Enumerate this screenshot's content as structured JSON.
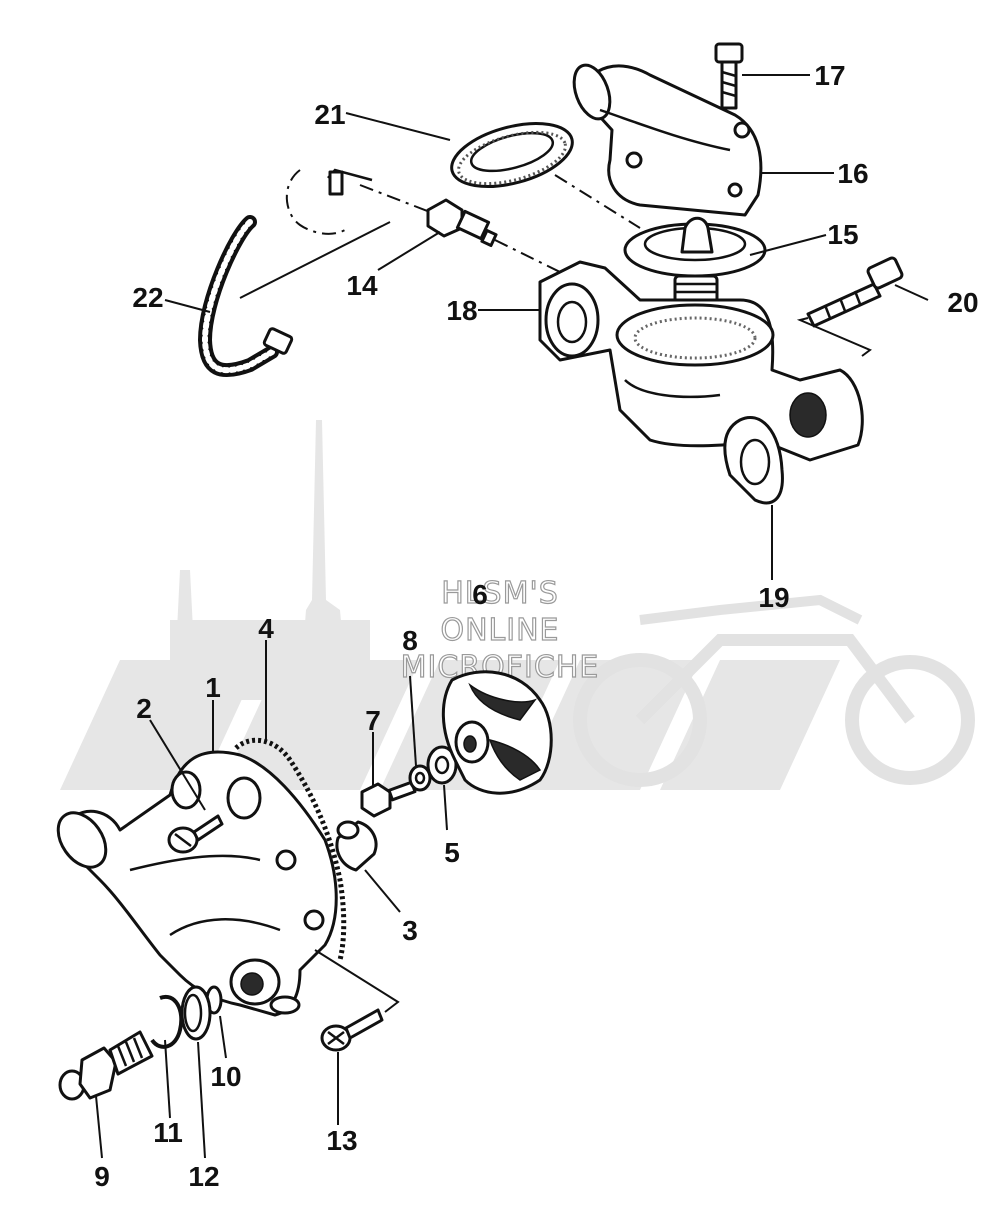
{
  "watermark": {
    "line1": "HLSM'S",
    "line2": "ONLINE",
    "line3": "MICROFICHE"
  },
  "callouts": {
    "n1": "1",
    "n2": "2",
    "n3": "3",
    "n4": "4",
    "n5": "5",
    "n6": "6",
    "n7": "7",
    "n8": "8",
    "n9": "9",
    "n10": "10",
    "n11": "11",
    "n12": "12",
    "n13": "13",
    "n14": "14",
    "n15": "15",
    "n16": "16",
    "n17": "17",
    "n18": "18",
    "n19": "19",
    "n20": "20",
    "n21": "21",
    "n22": "22"
  },
  "colors": {
    "ink": "#111111",
    "watermark": "#e6e6e6",
    "background": "#ffffff"
  }
}
